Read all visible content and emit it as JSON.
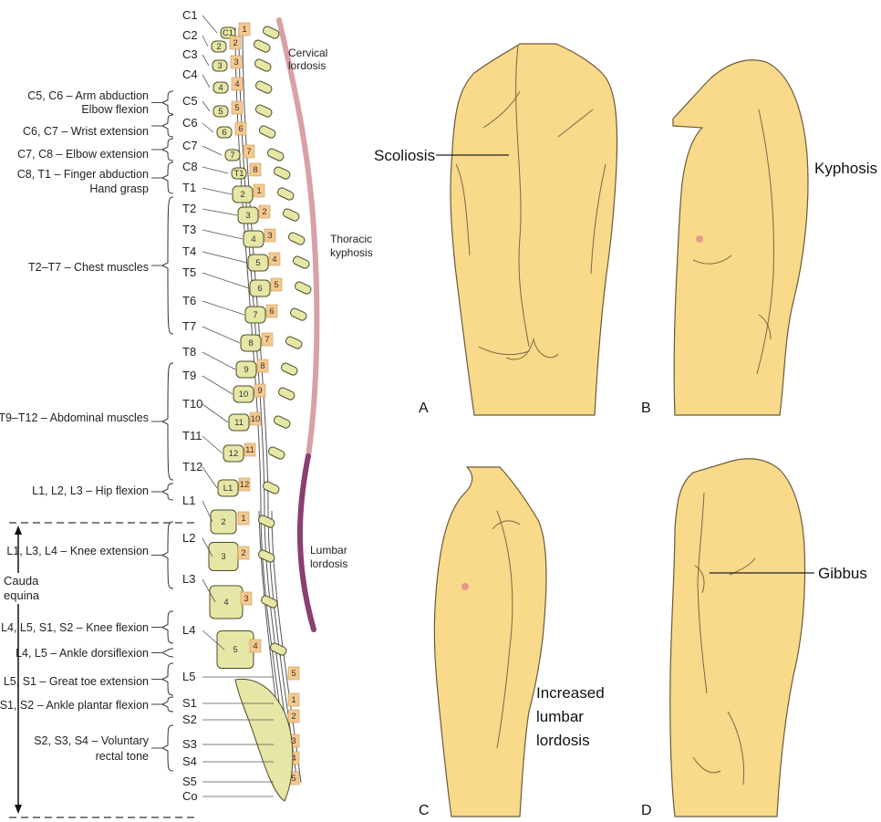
{
  "spine": {
    "vertebrae": [
      {
        "label": "C1",
        "body": "C1",
        "seg": "1"
      },
      {
        "label": "C2",
        "body": "2",
        "seg": "2"
      },
      {
        "label": "C3",
        "body": "3",
        "seg": "3"
      },
      {
        "label": "C4",
        "body": "4",
        "seg": "4"
      },
      {
        "label": "C5",
        "body": "5",
        "seg": "5"
      },
      {
        "label": "C6",
        "body": "6",
        "seg": "6"
      },
      {
        "label": "C7",
        "body": "7",
        "seg": "7"
      },
      {
        "label": "C8",
        "body": "T1",
        "seg": "8"
      },
      {
        "label": "T1",
        "body": "2",
        "seg": "1"
      },
      {
        "label": "T2",
        "body": "3",
        "seg": "2"
      },
      {
        "label": "T3",
        "body": "4",
        "seg": "3"
      },
      {
        "label": "T4",
        "body": "5",
        "seg": "4"
      },
      {
        "label": "T5",
        "body": "6",
        "seg": "5"
      },
      {
        "label": "T6",
        "body": "7",
        "seg": "6"
      },
      {
        "label": "T7",
        "body": "8",
        "seg": "7"
      },
      {
        "label": "T8",
        "body": "9",
        "seg": "8"
      },
      {
        "label": "T9",
        "body": "10",
        "seg": "9"
      },
      {
        "label": "T10",
        "body": "11",
        "seg": "10"
      },
      {
        "label": "T11",
        "body": "12",
        "seg": "11"
      },
      {
        "label": "T12",
        "body": "L1",
        "seg": "12"
      },
      {
        "label": "L1",
        "body": "2",
        "seg": "1"
      },
      {
        "label": "L2",
        "body": "3",
        "seg": "2"
      },
      {
        "label": "L3",
        "body": "4",
        "seg": "3"
      },
      {
        "label": "L4",
        "body": "5",
        "seg": "4"
      },
      {
        "label": "L5",
        "body": "",
        "seg": "5"
      },
      {
        "label": "S1",
        "body": "",
        "seg": "1"
      },
      {
        "label": "S2",
        "body": "",
        "seg": "2"
      },
      {
        "label": "S3",
        "body": "",
        "seg": "3"
      },
      {
        "label": "S4",
        "body": "",
        "seg": "4"
      },
      {
        "label": "S5",
        "body": "",
        "seg": "5"
      },
      {
        "label": "Co",
        "body": "",
        "seg": ""
      }
    ],
    "first_body_label": "C1",
    "nerve_functions": [
      {
        "line1": "C5, C6 – Arm abduction",
        "line2": "Elbow flexion"
      },
      {
        "line1": "C6, C7 – Wrist extension",
        "line2": ""
      },
      {
        "line1": "C7, C8 – Elbow extension",
        "line2": ""
      },
      {
        "line1": "C8, T1 – Finger abduction",
        "line2": "Hand grasp"
      },
      {
        "line1": "T2–T7 – Chest muscles",
        "line2": ""
      },
      {
        "line1": "T9–T12 – Abdominal muscles",
        "line2": ""
      },
      {
        "line1": "L1, L2, L3 – Hip flexion",
        "line2": ""
      },
      {
        "line1": "L1, L3, L4 – Knee extension",
        "line2": ""
      },
      {
        "line1": "L4, L5, S1, S2 – Knee flexion",
        "line2": ""
      },
      {
        "line1": "L4, L5 – Ankle dorsiflexion",
        "line2": ""
      },
      {
        "line1": "L5, S1 – Great toe extension",
        "line2": ""
      },
      {
        "line1": "S1, S2 – Ankle plantar flexion",
        "line2": ""
      },
      {
        "line1": "S2, S3, S4 – Voluntary",
        "line2": "rectal tone"
      }
    ],
    "cauda_equina": [
      "Cauda",
      "equina"
    ],
    "curvatures": [
      {
        "line1": "Cervical",
        "line2": "lordosis"
      },
      {
        "line1": "Thoracic",
        "line2": "kyphosis"
      },
      {
        "line1": "Lumbar",
        "line2": "lordosis"
      }
    ]
  },
  "panels": [
    {
      "letter": "A",
      "label": "Scoliosis",
      "label2": ""
    },
    {
      "letter": "B",
      "label": "Kyphosis",
      "label2": ""
    },
    {
      "letter": "C",
      "label": "Increased",
      "label2": "lumbar",
      "label3": "lordosis"
    },
    {
      "letter": "D",
      "label": "Gibbus",
      "label2": ""
    }
  ],
  "colors": {
    "skin": "#f9d98a",
    "skin_outline": "#6b5a3a",
    "vertebra": "#e6e6a6",
    "segment": "#f5c98e",
    "cervical_curve": "#d9a0a6",
    "lumbar_curve": "#8a3f6e",
    "nipple": "#e39a8c"
  }
}
